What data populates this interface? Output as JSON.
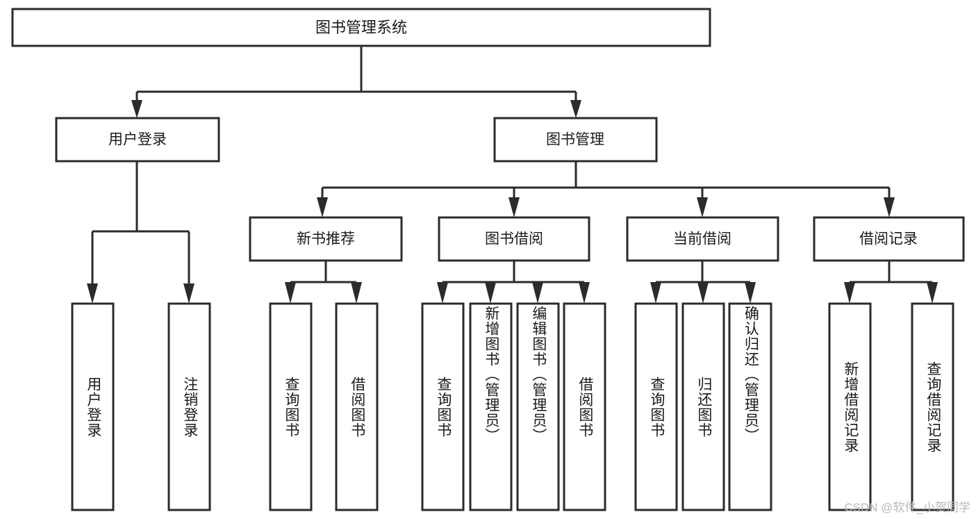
{
  "diagram": {
    "title": "图书管理系统",
    "type": "tree-hierarchy",
    "root": {
      "id": "root",
      "label": "图书管理系统"
    },
    "level2": [
      {
        "id": "user-login",
        "label": "用户登录"
      },
      {
        "id": "book-manage",
        "label": "图书管理"
      }
    ],
    "level3": [
      {
        "id": "new-book-rec",
        "label": "新书推荐",
        "parent": "book-manage"
      },
      {
        "id": "book-borrow",
        "label": "图书借阅",
        "parent": "book-manage"
      },
      {
        "id": "current-borrow",
        "label": "当前借阅",
        "parent": "book-manage"
      },
      {
        "id": "borrow-record",
        "label": "借阅记录",
        "parent": "book-manage"
      }
    ],
    "leaves": {
      "user-login": [
        {
          "id": "leaf-user-login",
          "label": "用户登录"
        },
        {
          "id": "leaf-logout",
          "label": "注销登录"
        }
      ],
      "new-book-rec": [
        {
          "id": "leaf-query-book-1",
          "label": "查询图书"
        },
        {
          "id": "leaf-borrow-book-1",
          "label": "借阅图书"
        }
      ],
      "book-borrow": [
        {
          "id": "leaf-query-book-2",
          "label": "查询图书"
        },
        {
          "id": "leaf-add-book",
          "label": "新增图书（管理员）"
        },
        {
          "id": "leaf-edit-book",
          "label": "编辑图书（管理员）"
        },
        {
          "id": "leaf-borrow-book-2",
          "label": "借阅图书"
        }
      ],
      "current-borrow": [
        {
          "id": "leaf-query-book-3",
          "label": "查询图书"
        },
        {
          "id": "leaf-return-book",
          "label": "归还图书"
        },
        {
          "id": "leaf-confirm-return",
          "label": "确认归还（管理员）"
        }
      ],
      "borrow-record": [
        {
          "id": "leaf-add-record",
          "label": "新增借阅记录"
        },
        {
          "id": "leaf-query-record",
          "label": "查询借阅记录"
        }
      ]
    },
    "colors": {
      "stroke": "#2b2b2b",
      "fill": "#ffffff",
      "text": "#1a1a1a",
      "watermark": "#b9b9b9"
    }
  },
  "watermark": {
    "text": "CSDN @软件_小贺同学"
  }
}
